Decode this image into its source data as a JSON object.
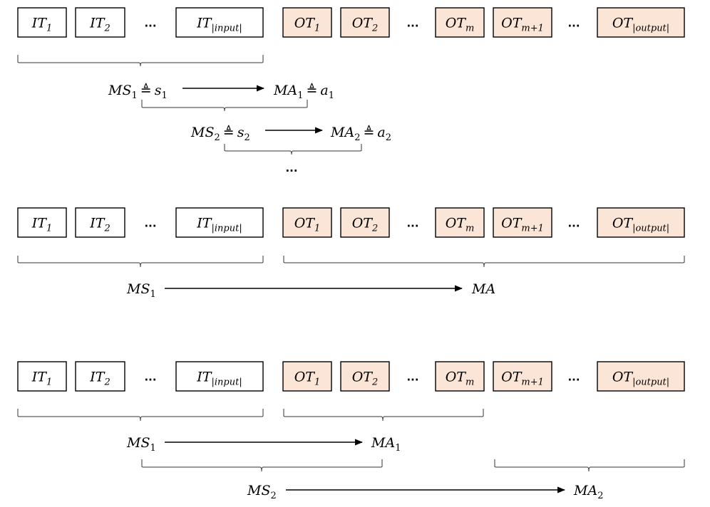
{
  "token_rows": [
    {
      "input_tokens": [
        {
          "base": "IT",
          "sub": "1"
        },
        {
          "base": "IT",
          "sub": "2"
        },
        {
          "dots": "..."
        },
        {
          "base": "IT",
          "sub": "|input|"
        }
      ],
      "output_tokens": [
        {
          "base": "OT",
          "sub": "1"
        },
        {
          "base": "OT",
          "sub": "2"
        },
        {
          "dots": "..."
        },
        {
          "base": "OT",
          "sub": "m"
        },
        {
          "base": "OT",
          "sub": "m+1"
        },
        {
          "dots": "..."
        },
        {
          "base": "OT",
          "sub": "|output|"
        }
      ]
    },
    {
      "input_tokens": [
        {
          "base": "IT",
          "sub": "1"
        },
        {
          "base": "IT",
          "sub": "2"
        },
        {
          "dots": "..."
        },
        {
          "base": "IT",
          "sub": "|input|"
        }
      ],
      "output_tokens": [
        {
          "base": "OT",
          "sub": "1"
        },
        {
          "base": "OT",
          "sub": "2"
        },
        {
          "dots": "..."
        },
        {
          "base": "OT",
          "sub": "m"
        },
        {
          "base": "OT",
          "sub": "m+1"
        },
        {
          "dots": "..."
        },
        {
          "base": "OT",
          "sub": "|output|"
        }
      ]
    },
    {
      "input_tokens": [
        {
          "base": "IT",
          "sub": "1"
        },
        {
          "base": "IT",
          "sub": "2"
        },
        {
          "dots": "..."
        },
        {
          "base": "IT",
          "sub": "|input|"
        }
      ],
      "output_tokens": [
        {
          "base": "OT",
          "sub": "1"
        },
        {
          "base": "OT",
          "sub": "2"
        },
        {
          "dots": "..."
        },
        {
          "base": "OT",
          "sub": "m"
        },
        {
          "base": "OT",
          "sub": "m+1"
        },
        {
          "dots": "..."
        },
        {
          "base": "OT",
          "sub": "|output|"
        }
      ]
    }
  ],
  "panel1": {
    "step1": {
      "state": "MS",
      "state_sub": "1",
      "state_alias": "s",
      "state_alias_sub": "1",
      "action": "MA",
      "action_sub": "1",
      "action_alias": "a",
      "action_alias_sub": "1",
      "def_symbol": "≜"
    },
    "step2": {
      "state": "MS",
      "state_sub": "2",
      "state_alias": "s",
      "state_alias_sub": "2",
      "action": "MA",
      "action_sub": "2",
      "action_alias": "a",
      "action_alias_sub": "2",
      "def_symbol": "≜"
    },
    "continuation": "..."
  },
  "panel2": {
    "state": "MS",
    "state_sub": "1",
    "action": "MA"
  },
  "panel3": {
    "step1": {
      "state": "MS",
      "state_sub": "1",
      "action": "MA",
      "action_sub": "1"
    },
    "step2": {
      "state": "MS",
      "state_sub": "2",
      "action": "MA",
      "action_sub": "2"
    }
  },
  "colors": {
    "input_fill": "#ffffff",
    "output_fill": "#fbe5d6",
    "stroke": "#000000"
  }
}
